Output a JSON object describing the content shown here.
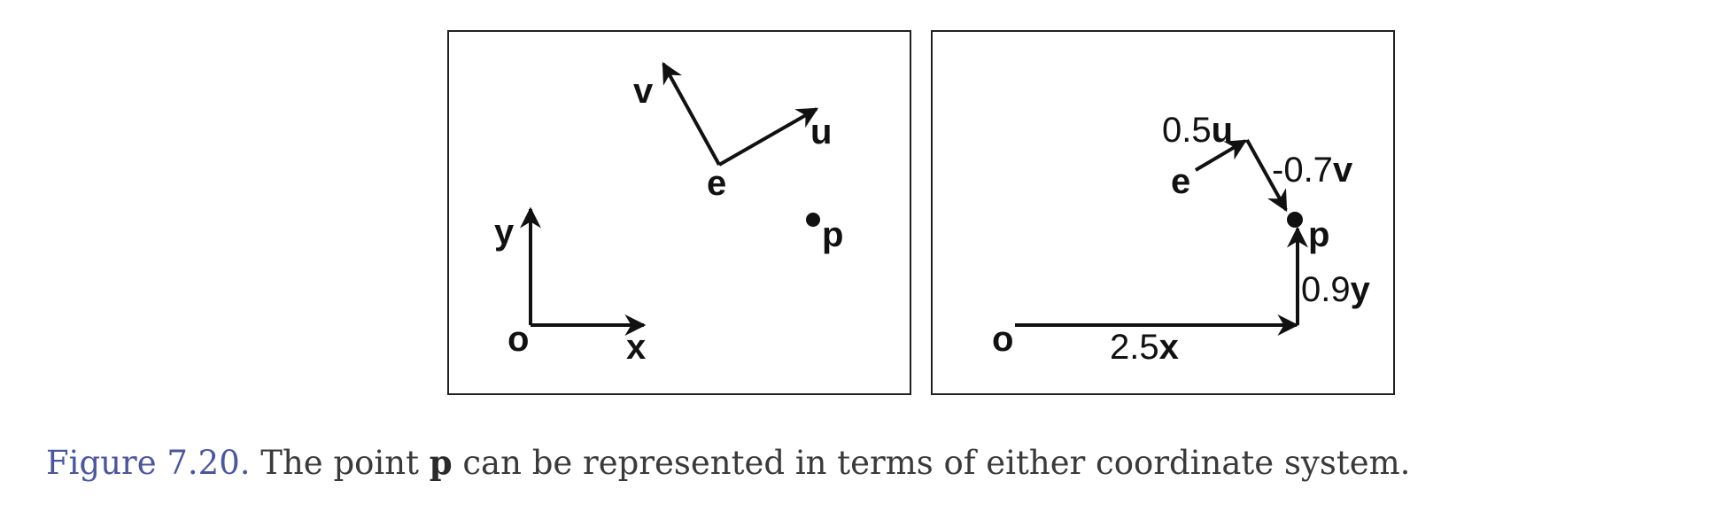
{
  "left_panel": {
    "labels": {
      "v": "v",
      "u": "u",
      "e": "e",
      "p": "p",
      "y": "y",
      "o": "o",
      "x": "x"
    }
  },
  "right_panel": {
    "labels": {
      "half_u_coef": "0.5",
      "half_u_var": "u",
      "e": "e",
      "neg_v_coef": "-0.7",
      "neg_v_var": "v",
      "p": "p",
      "y_coef": "0.9",
      "y_var": "y",
      "o": "o",
      "x_coef": "2.5",
      "x_var": "x"
    }
  },
  "caption": {
    "label": "Figure 7.20.",
    "text_before": " The point ",
    "bold_term": "p",
    "text_after": " can be represented in terms of either coordinate system."
  },
  "colors": {
    "caption_label": "#4a56a0",
    "caption_text": "#3a3a3a",
    "ink": "#111111"
  }
}
